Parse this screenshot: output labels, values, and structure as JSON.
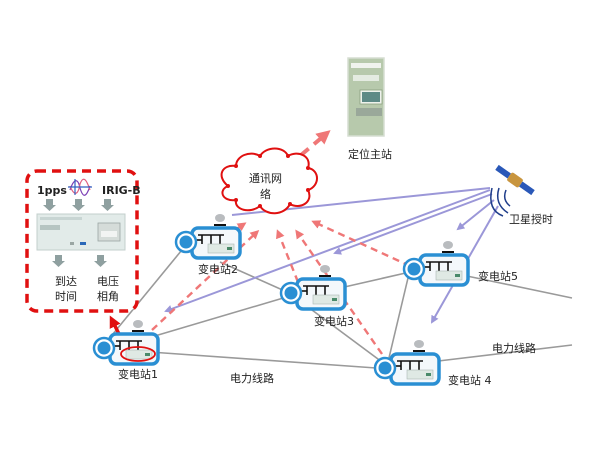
{
  "colors": {
    "power_line": "#9a9a9a",
    "satellite_link": "#9b97d8",
    "comm_link": "#ef7777",
    "highlight": "#e01010",
    "station_blue": "#2a8fd3",
    "cabinet": "#b7c9ac"
  },
  "master_station": {
    "label": "定位主站"
  },
  "cloud": {
    "line1": "通讯网",
    "line2": "络"
  },
  "satellite": {
    "label": "卫星授时"
  },
  "device_panel": {
    "input_1pps": "1pps",
    "input_irigb": "IRIG-B",
    "output_1_line1": "到达",
    "output_1_line2": "时间",
    "output_2_line1": "电压",
    "output_2_line2": "相角"
  },
  "stations": [
    {
      "id": "s1",
      "label": "变电站1"
    },
    {
      "id": "s2",
      "label": "变电站2"
    },
    {
      "id": "s3",
      "label": "变电站3"
    },
    {
      "id": "s4",
      "label": "变电站 4"
    },
    {
      "id": "s5",
      "label": "变电站5"
    }
  ],
  "power_line_labels": [
    "电力线路",
    "电力线路"
  ]
}
